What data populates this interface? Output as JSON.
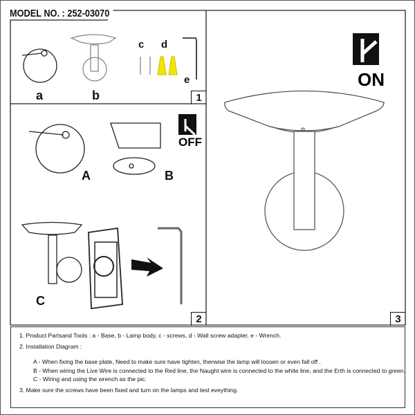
{
  "title": "MODEL NO. : 252-03070",
  "panel1": {
    "labels": [
      "a",
      "b",
      "c",
      "d",
      "e"
    ],
    "number": "1"
  },
  "panel2": {
    "labels": [
      "A",
      "B",
      "C"
    ],
    "switch_state": "OFF",
    "number": "2"
  },
  "panel3": {
    "switch_state": "ON",
    "number": "3"
  },
  "notes": {
    "line1": "1. Product Partsand Tools : a - Base, b - Lamp body, c - screws, d - Wall screw adapter, e - Wrench.",
    "line2": "2. Installation Diagram :",
    "lineA": "A - When fixing the base plate, Need to make sure have tighten, therwise the lamp will loosen or even fall off .",
    "lineB": "B - When wiring the Live Wire is connected to the Red line, the Naught wire is connected to the white line, and the Erth is connected to green.",
    "lineC": "C - Wiring and using the wrench as the pic.",
    "line3": "3. Make sure the screws have been fixed and turn on the lamps and test eveything."
  },
  "colors": {
    "adapter": "#f2e600",
    "line": "#222222"
  }
}
